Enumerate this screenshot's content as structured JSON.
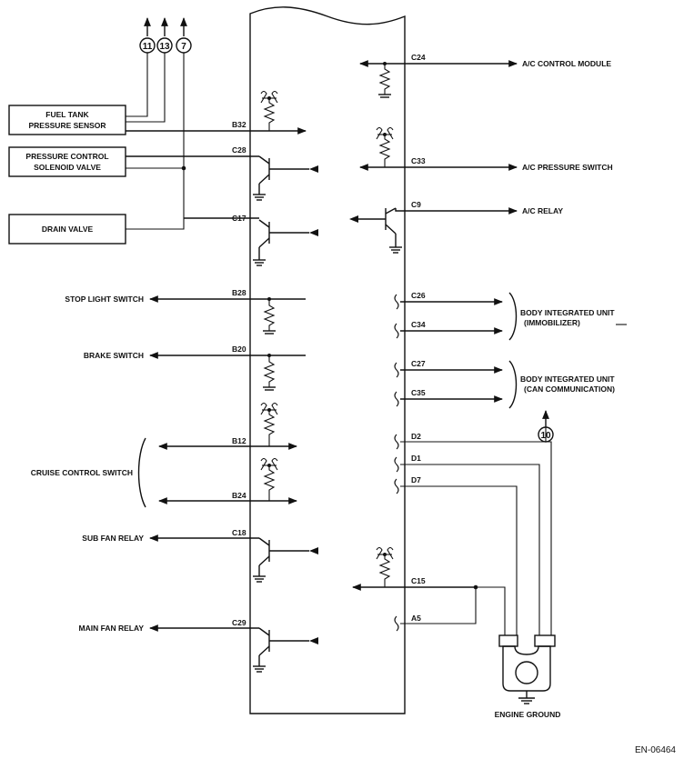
{
  "connectors_top": [
    "11",
    "13",
    "7"
  ],
  "connector_right": "10",
  "left_boxes": {
    "fuel_tank_sensor": [
      "FUEL TANK",
      "PRESSURE SENSOR"
    ],
    "pressure_valve": [
      "PRESSURE CONTROL",
      "SOLENOID VALVE"
    ],
    "drain_valve": "DRAIN VALVE"
  },
  "left_labels": {
    "stop_light_switch": "STOP LIGHT SWITCH",
    "brake_switch": "BRAKE SWITCH",
    "cruise_control_switch": "CRUISE CONTROL SWITCH",
    "sub_fan_relay": "SUB FAN RELAY",
    "main_fan_relay": "MAIN FAN RELAY"
  },
  "right_labels": {
    "ac_control_module": "A/C CONTROL MODULE",
    "ac_pressure_switch": "A/C PRESSURE SWITCH",
    "ac_relay": "A/C RELAY",
    "biu_immobilizer": [
      "BODY INTEGRATED UNIT",
      "(IMMOBILIZER)"
    ],
    "biu_can": [
      "BODY INTEGRATED UNIT",
      "(CAN COMMUNICATION)"
    ],
    "engine_ground": "ENGINE GROUND"
  },
  "pins": {
    "b32": "B32",
    "c28": "C28",
    "c17": "C17",
    "b28": "B28",
    "b20": "B20",
    "b12": "B12",
    "b24": "B24",
    "c18": "C18",
    "c29": "C29",
    "c24": "C24",
    "c33": "C33",
    "c9": "C9",
    "c26": "C26",
    "c34": "C34",
    "c27": "C27",
    "c35": "C35",
    "d2": "D2",
    "d1": "D1",
    "d7": "D7",
    "c15": "C15",
    "a5": "A5"
  },
  "figure_id": "EN-06464"
}
